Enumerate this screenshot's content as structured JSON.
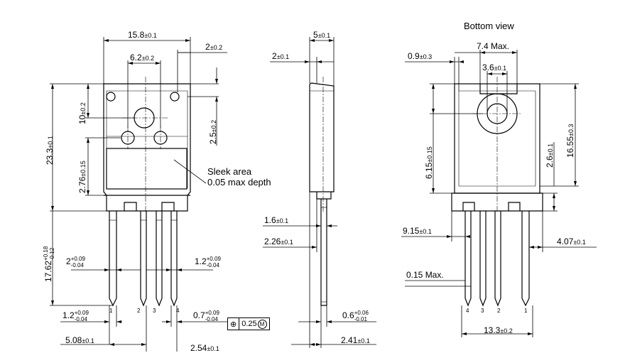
{
  "title": "Bottom view",
  "note": {
    "line1": "Sleek area",
    "line2": "0.05 max depth"
  },
  "pins_front": [
    "1",
    "2",
    "3",
    "4"
  ],
  "pins_bottom": [
    "4",
    "3",
    "2",
    "1"
  ],
  "fcf": {
    "symbol": "⊕",
    "value": "0.25",
    "modifier": "M"
  },
  "dims": {
    "d15_8": {
      "val": "15.8",
      "tol": "±0.1"
    },
    "d6_2": {
      "val": "6.2",
      "tol": "±0.2"
    },
    "d2_top": {
      "val": "2",
      "tol": "±0.2"
    },
    "d10": {
      "val": "10",
      "tol": "±0.2"
    },
    "d23_3": {
      "val": "23.3",
      "tol": "±0.1"
    },
    "d2_76": {
      "val": "2.76",
      "tol": "±0.15"
    },
    "d2_5": {
      "val": "2.5",
      "tol": "±0.2"
    },
    "d17_62": {
      "val": "17.62",
      "up": "+0.18",
      "lo": "-0.12"
    },
    "d2_pin": {
      "val": "2",
      "up": "+0.09",
      "lo": "-0.04"
    },
    "d1_2_right": {
      "val": "1.2",
      "up": "+0.09",
      "lo": "-0.04"
    },
    "d1_2_bottom": {
      "val": "1.2",
      "up": "+0.09",
      "lo": "-0.04"
    },
    "d0_7": {
      "val": "0.7",
      "up": "+0.09",
      "lo": "-0.04"
    },
    "d5_08": {
      "val": "5.08",
      "tol": "±0.1"
    },
    "d2_54": {
      "val": "2.54",
      "tol": "±0.1"
    },
    "d5_side": {
      "val": "5",
      "tol": "±0.1"
    },
    "d2_side": {
      "val": "2",
      "tol": "±0.1"
    },
    "d1_6": {
      "val": "1.6",
      "tol": "±0.1"
    },
    "d2_26": {
      "val": "2.26",
      "tol": "±0.1"
    },
    "d0_6": {
      "val": "0.6",
      "up": "+0.06",
      "lo": "-0.01"
    },
    "d2_41": {
      "val": "2.41",
      "tol": "±0.1"
    },
    "d7_4": {
      "val": "7.4 Max."
    },
    "d0_9": {
      "val": "0.9",
      "tol": "±0.3"
    },
    "d3_6": {
      "val": "3.6",
      "tol": "±0.1"
    },
    "d6_15": {
      "val": "6.15",
      "tol": "±0.15"
    },
    "d2_6": {
      "val": "2.6",
      "tol": "±0.1"
    },
    "d16_55": {
      "val": "16.55",
      "tol": "±0.3"
    },
    "d9_15": {
      "val": "9.15",
      "tol": "±0.1"
    },
    "d4_07": {
      "val": "4.07",
      "tol": "±0.1"
    },
    "d0_15": {
      "val": "0.15 Max."
    },
    "d13_3": {
      "val": "13.3",
      "tol": "±0.2"
    }
  }
}
